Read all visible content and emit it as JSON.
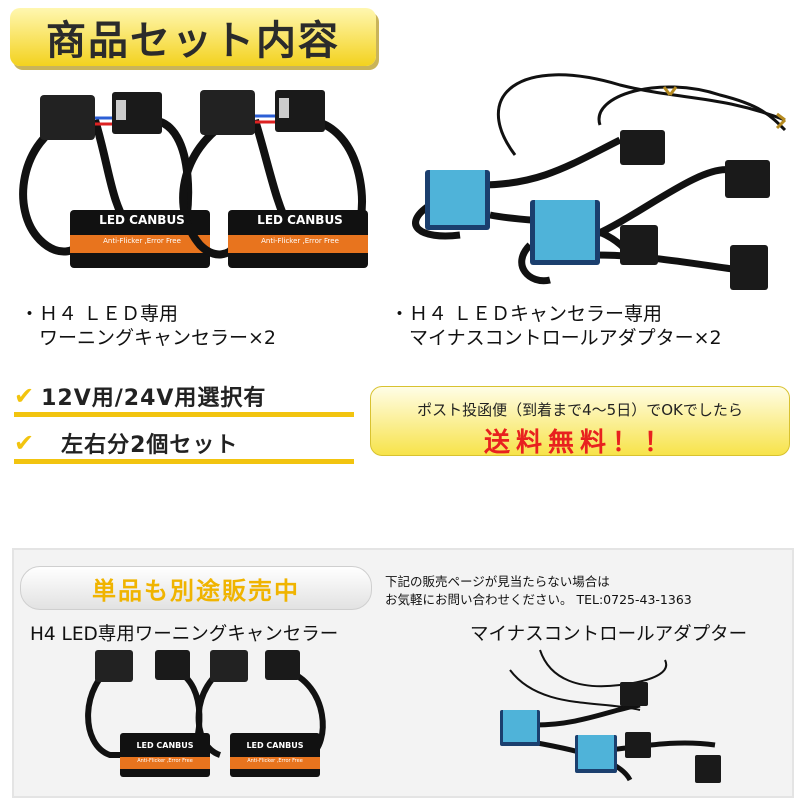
{
  "title": "商品セット内容",
  "product_left_caption": [
    "・Ｈ４ ＬＥＤ専用",
    "　ワーニングキャンセラー×2"
  ],
  "product_right_caption": [
    "・Ｈ４ ＬＥＤキャンセラー専用",
    "　マイナスコントロールアダプター×2"
  ],
  "device_label": {
    "main": "LED CANBUS",
    "sub": "Anti-Flicker ,Error Free"
  },
  "features": [
    "12V用/24V用選択有",
    "左右分2個セット"
  ],
  "shipping": {
    "text": "ポスト投函便（到着まで4～5日）でOKでしたら",
    "free": "送料無料！！"
  },
  "single": {
    "badge": "単品も別途販売中",
    "note_lines": [
      "下記の販売ページが見当たらない場合は",
      "お気軽にお問い合わせください。 TEL:0725-43-1363"
    ],
    "left_title": "H4 LED専用ワーニングキャンセラー",
    "right_title": "マイナスコントロールアダプター"
  },
  "colors": {
    "accent": "#f2c40f",
    "free_red": "#e8211f",
    "canbus_orange": "#e8741e",
    "adapter_blue": "#4fb3d9"
  }
}
